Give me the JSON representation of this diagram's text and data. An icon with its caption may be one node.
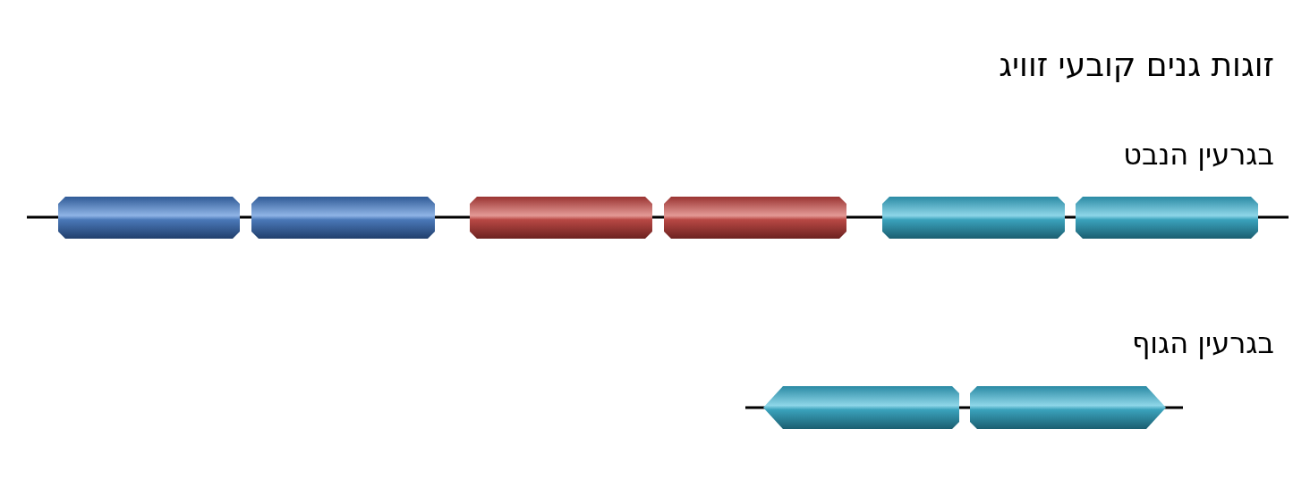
{
  "diagram": {
    "title": "זוגות גנים קובעי זוויג",
    "labels": [
      "בגרעין הנבט",
      "בגרעין הגוף"
    ]
  }
}
